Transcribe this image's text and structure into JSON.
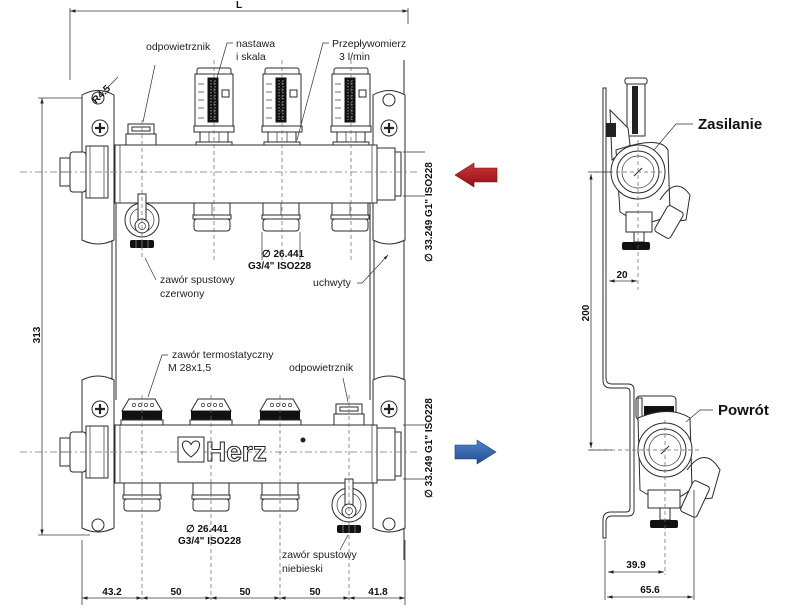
{
  "diagram": {
    "title_dimension": "L",
    "front_view": {
      "labels": {
        "air_vent_top": "odpowietrznik",
        "setting_scale_line1": "nastawa",
        "setting_scale_line2": "i skala",
        "flowmeter_line1": "Przepływomierz",
        "flowmeter_line2": "3 l/min",
        "drain_red_line1": "zawór spustowy",
        "drain_red_line2": "czerwony",
        "brackets": "uchwyty",
        "thermo_valve_line1": "zawór termostatyczny",
        "thermo_valve_line2": "M 28x1,5",
        "air_vent_bottom": "odpowietrznik",
        "drain_blue_line1": "zawór spustowy",
        "drain_blue_line2": "niebieski",
        "brand": "Herz"
      },
      "dimensions": {
        "radius": "R4.5",
        "height": "313",
        "outlet_top_diameter": "∅ 26.441",
        "outlet_top_thread": "G3/4\" ISO228",
        "outlet_bottom_diameter": "∅ 26.441",
        "outlet_bottom_thread": "G3/4\" ISO228",
        "inlet_top": "∅ 33.249 G1\" ISO228",
        "inlet_bottom": "∅ 33.249 G1\" ISO228",
        "spacing": [
          "43.2",
          "50",
          "50",
          "50",
          "41.8"
        ]
      },
      "flowmeter_count": 3,
      "thermo_valve_count": 3
    },
    "arrows": {
      "supply_color": "#b01e23",
      "return_color": "#2f5fa8"
    },
    "side_view": {
      "supply_label": "Zasilanie",
      "return_label": "Powrót",
      "dimensions": {
        "offset_top": "20",
        "height": "200",
        "offset_bottom": "39.9",
        "depth": "65.6"
      }
    }
  }
}
